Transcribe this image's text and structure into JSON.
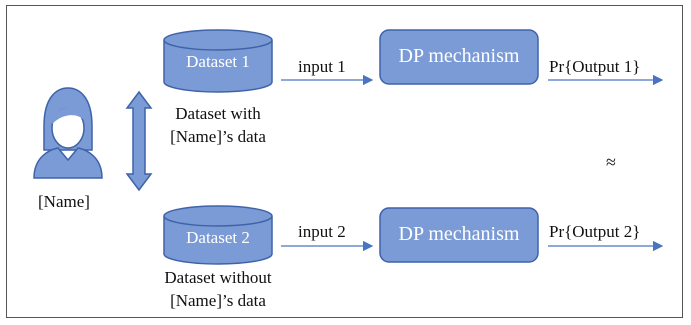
{
  "person": {
    "label": "[Name]",
    "icon": "person-icon"
  },
  "datasets": [
    {
      "label": "Dataset 1",
      "caption_line1": "Dataset with",
      "caption_line2": "[Name]’s data",
      "input": "input 1",
      "mechanism": "DP mechanism",
      "output": "Pr{Output 1}"
    },
    {
      "label": "Dataset 2",
      "caption_line1": "Dataset without",
      "caption_line2": "[Name]’s data",
      "input": "input 2",
      "mechanism": "DP mechanism",
      "output": "Pr{Output 2}"
    }
  ],
  "approx_symbol": "≈",
  "colors": {
    "fill": "#7b9bd6",
    "stroke": "#3f62a8",
    "arrow": "#4a73c2"
  }
}
